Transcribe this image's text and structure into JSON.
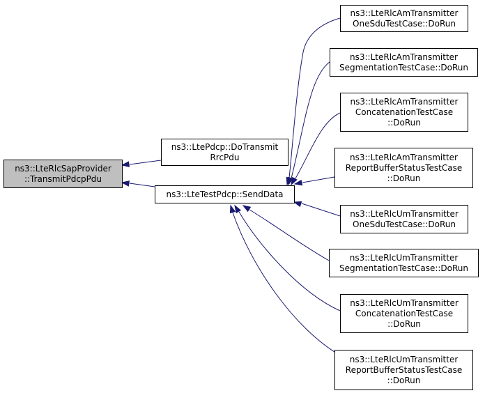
{
  "colors": {
    "edge": "#191970",
    "root_fill": "#bfbfbf",
    "node_fill": "#ffffff",
    "border": "#000000"
  },
  "nodes": [
    {
      "id": "root",
      "lines": [
        "ns3::LteRlcSapProvider",
        "::TransmitPdcpPdu"
      ],
      "highlighted": true
    },
    {
      "id": "rrc",
      "lines": [
        "ns3::LtePdcp::DoTransmit",
        "RrcPdu"
      ]
    },
    {
      "id": "send",
      "lines": [
        "ns3::LteTestPdcp::SendData"
      ]
    },
    {
      "id": "am_one",
      "lines": [
        "ns3::LteRlcAmTransmitter",
        "OneSduTestCase::DoRun"
      ]
    },
    {
      "id": "am_seg",
      "lines": [
        "ns3::LteRlcAmTransmitter",
        "SegmentationTestCase::DoRun"
      ]
    },
    {
      "id": "am_cat",
      "lines": [
        "ns3::LteRlcAmTransmitter",
        "ConcatenationTestCase",
        "::DoRun"
      ]
    },
    {
      "id": "am_rep",
      "lines": [
        "ns3::LteRlcAmTransmitter",
        "ReportBufferStatusTestCase",
        "::DoRun"
      ]
    },
    {
      "id": "um_one",
      "lines": [
        "ns3::LteRlcUmTransmitter",
        "OneSduTestCase::DoRun"
      ]
    },
    {
      "id": "um_seg",
      "lines": [
        "ns3::LteRlcUmTransmitter",
        "SegmentationTestCase::DoRun"
      ]
    },
    {
      "id": "um_cat",
      "lines": [
        "ns3::LteRlcUmTransmitter",
        "ConcatenationTestCase",
        "::DoRun"
      ]
    },
    {
      "id": "um_rep",
      "lines": [
        "ns3::LteRlcUmTransmitter",
        "ReportBufferStatusTestCase",
        "::DoRun"
      ]
    }
  ],
  "edges": [
    {
      "from": "rrc",
      "to": "root"
    },
    {
      "from": "send",
      "to": "root"
    },
    {
      "from": "am_one",
      "to": "send"
    },
    {
      "from": "am_seg",
      "to": "send"
    },
    {
      "from": "am_cat",
      "to": "send"
    },
    {
      "from": "am_rep",
      "to": "send"
    },
    {
      "from": "um_one",
      "to": "send"
    },
    {
      "from": "um_seg",
      "to": "send"
    },
    {
      "from": "um_cat",
      "to": "send"
    },
    {
      "from": "um_rep",
      "to": "send"
    }
  ]
}
